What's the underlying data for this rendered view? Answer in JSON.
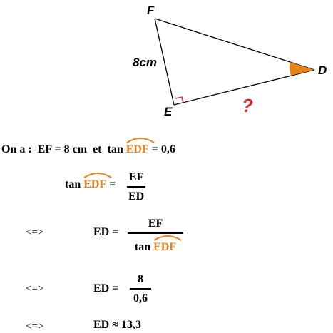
{
  "figure": {
    "vertices": {
      "F": "F",
      "E": "E",
      "D": "D"
    },
    "side_label": "8cm",
    "unknown_mark": "?",
    "colors": {
      "angle": "#e8821a",
      "right_angle": "#e02020",
      "question": "#e02020",
      "highlight": "#e8821a"
    }
  },
  "text": {
    "given_prefix": "On a :",
    "given_ef": "EF = 8 cm",
    "given_and": "et",
    "tan": "tan",
    "angle_name": "EDF",
    "given_value": "= 0,6",
    "equals": "=",
    "arrow": "<=>",
    "ef": "EF",
    "ed": "ED",
    "ed_equals": "ED =",
    "eight": "8",
    "zero_six": "0,6",
    "result": "ED ≈ 13,3"
  }
}
